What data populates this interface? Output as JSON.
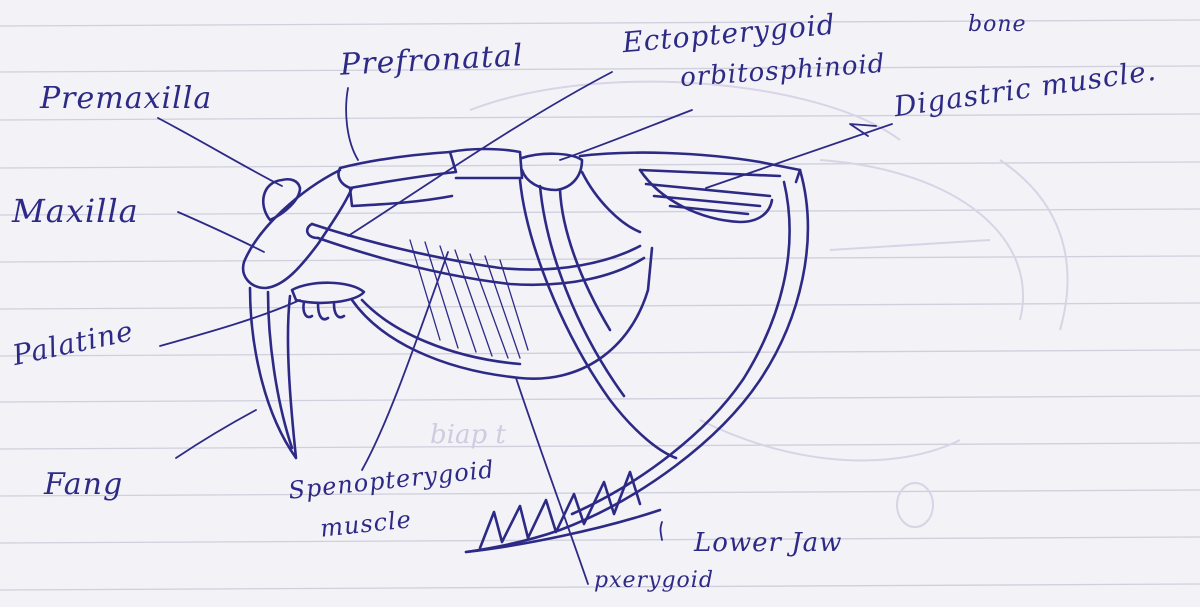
{
  "labels": {
    "premaxilla": "Premaxilla",
    "prefronatal": "Prefronatal",
    "ectopterygoid": "Ectopterygoid",
    "bone": "bone",
    "orbitosphinoid": "orbitosphinoid",
    "digastric_muscle": "Digastric muscle.",
    "maxilla": "Maxilla",
    "palatine": "Palatine",
    "fang": "Fang",
    "sphenopterygoid_line1": "Spenopterygoid",
    "sphenopterygoid_line2": "muscle",
    "lower_jaw": "Lower Jaw",
    "pterygoid": "pxerygoid"
  },
  "colors": {
    "ink": "#2d2a86",
    "paper": "#f3f2f7",
    "ruled_line": "#cfd0dc",
    "bleed_through": "#d3cfe3"
  }
}
